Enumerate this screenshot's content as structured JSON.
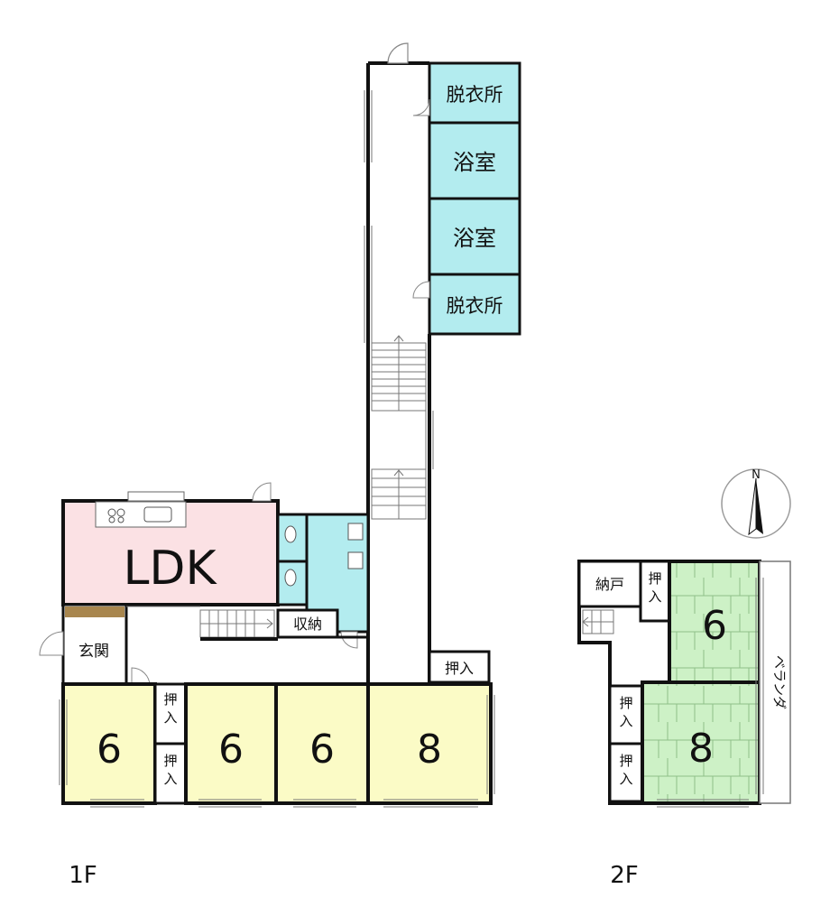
{
  "floor1": {
    "label": "1F",
    "rooms": {
      "datsuijo_top": "脱衣所",
      "yokushitsu_top": "浴室",
      "yokushitsu_bottom": "浴室",
      "datsuijo_bottom": "脱衣所",
      "ldk": "LDK",
      "shuno": "収納",
      "genkan": "玄関",
      "oshiire_hall": "押入",
      "oshiire_a": "押入",
      "oshiire_b": "押入",
      "room1": "6",
      "room2": "6",
      "room3": "6",
      "room4": "8"
    }
  },
  "floor2": {
    "label": "2F",
    "rooms": {
      "nando": "納戸",
      "oshiire_top": "押入",
      "oshiire_mid": "押入",
      "oshiire_bot": "押入",
      "room6": "6",
      "room8": "8",
      "veranda": "ベランダ"
    }
  },
  "compass": {
    "north": "N"
  },
  "colors": {
    "bath": "#b3ecef",
    "ldk": "#fbe1e4",
    "japanese_room_1f": "#fbfbc6",
    "japanese_room_2f": "#cdf1c6",
    "wall": "#111111",
    "door": "#888888"
  }
}
